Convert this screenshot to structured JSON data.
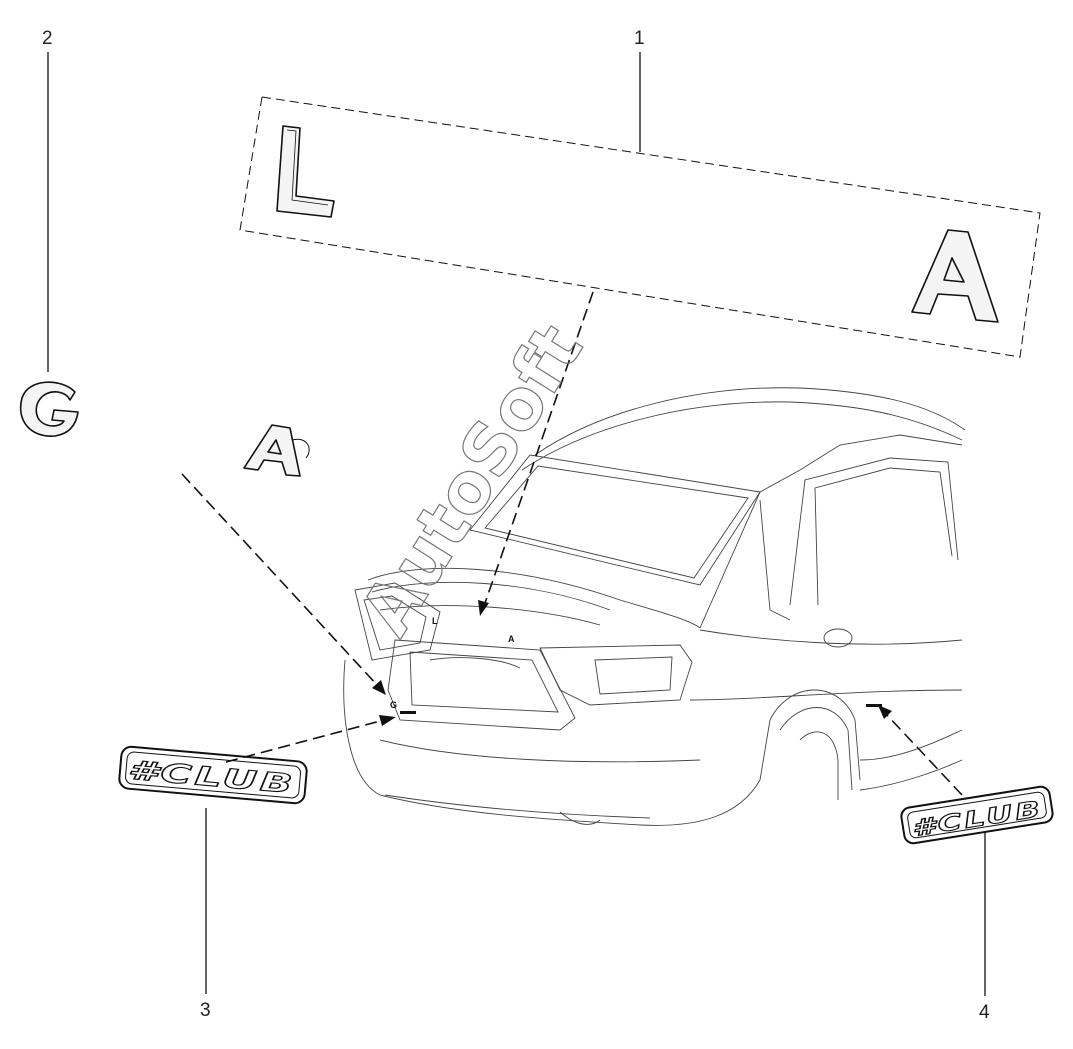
{
  "callouts": {
    "c1": "1",
    "c2": "2",
    "c3": "3",
    "c4": "4"
  },
  "emblems": {
    "letter_l": "L",
    "letter_a": "A",
    "letter_g": "G",
    "badge_text": "#CLUB"
  },
  "watermark": "AutoSoft",
  "colors": {
    "line": "#111111",
    "background": "#ffffff"
  }
}
